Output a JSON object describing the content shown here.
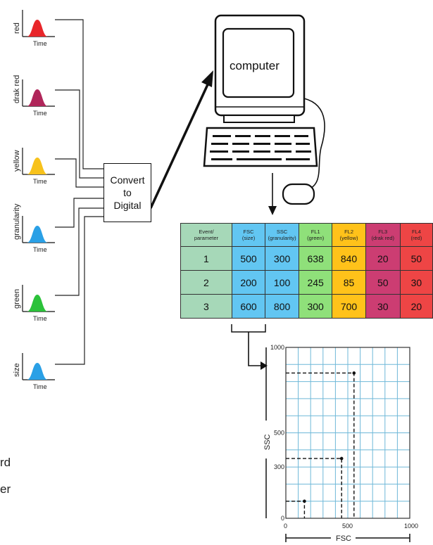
{
  "channels": [
    {
      "label": "red",
      "time_label": "Time",
      "color": "#e8262a"
    },
    {
      "label": "drak red",
      "time_label": "Time",
      "color": "#b0265a"
    },
    {
      "label": "yellow",
      "time_label": "Time",
      "color": "#f7c21c"
    },
    {
      "label": "granularity",
      "time_label": "Time",
      "color": "#2aa0e6"
    },
    {
      "label": "green",
      "time_label": "Time",
      "color": "#2bc23a"
    },
    {
      "label": "size",
      "time_label": "Time",
      "color": "#2aa0e6"
    }
  ],
  "converter": {
    "line1": "Convert",
    "line2": "to",
    "line3": "Digital"
  },
  "computer_label": "computer",
  "table": {
    "headers": [
      [
        "Event/",
        "parameter"
      ],
      [
        "FSC",
        "(size)"
      ],
      [
        "SSC",
        "(granularity)"
      ],
      [
        "FL1",
        "(green)"
      ],
      [
        "FL2",
        "(yellow)"
      ],
      [
        "FL3",
        "(drak red)"
      ],
      [
        "FL4",
        "(red)"
      ]
    ],
    "rows": [
      [
        "1",
        "500",
        "300",
        "638",
        "840",
        "20",
        "50"
      ],
      [
        "2",
        "200",
        "100",
        "245",
        "85",
        "50",
        "30"
      ],
      [
        "3",
        "600",
        "800",
        "300",
        "700",
        "30",
        "20"
      ]
    ]
  },
  "plot": {
    "x_label": "FSC",
    "y_label": "SSC",
    "x_ticks": [
      "0",
      "500",
      "1000"
    ],
    "y_ticks": [
      "0",
      "300",
      "500",
      "1000"
    ],
    "grid_color": "#6fb8d8",
    "points": [
      {
        "x": 150,
        "y": 100
      },
      {
        "x": 450,
        "y": 350
      },
      {
        "x": 550,
        "y": 850
      }
    ]
  },
  "left_partial": {
    "line1": "rd",
    "line2": "er"
  }
}
